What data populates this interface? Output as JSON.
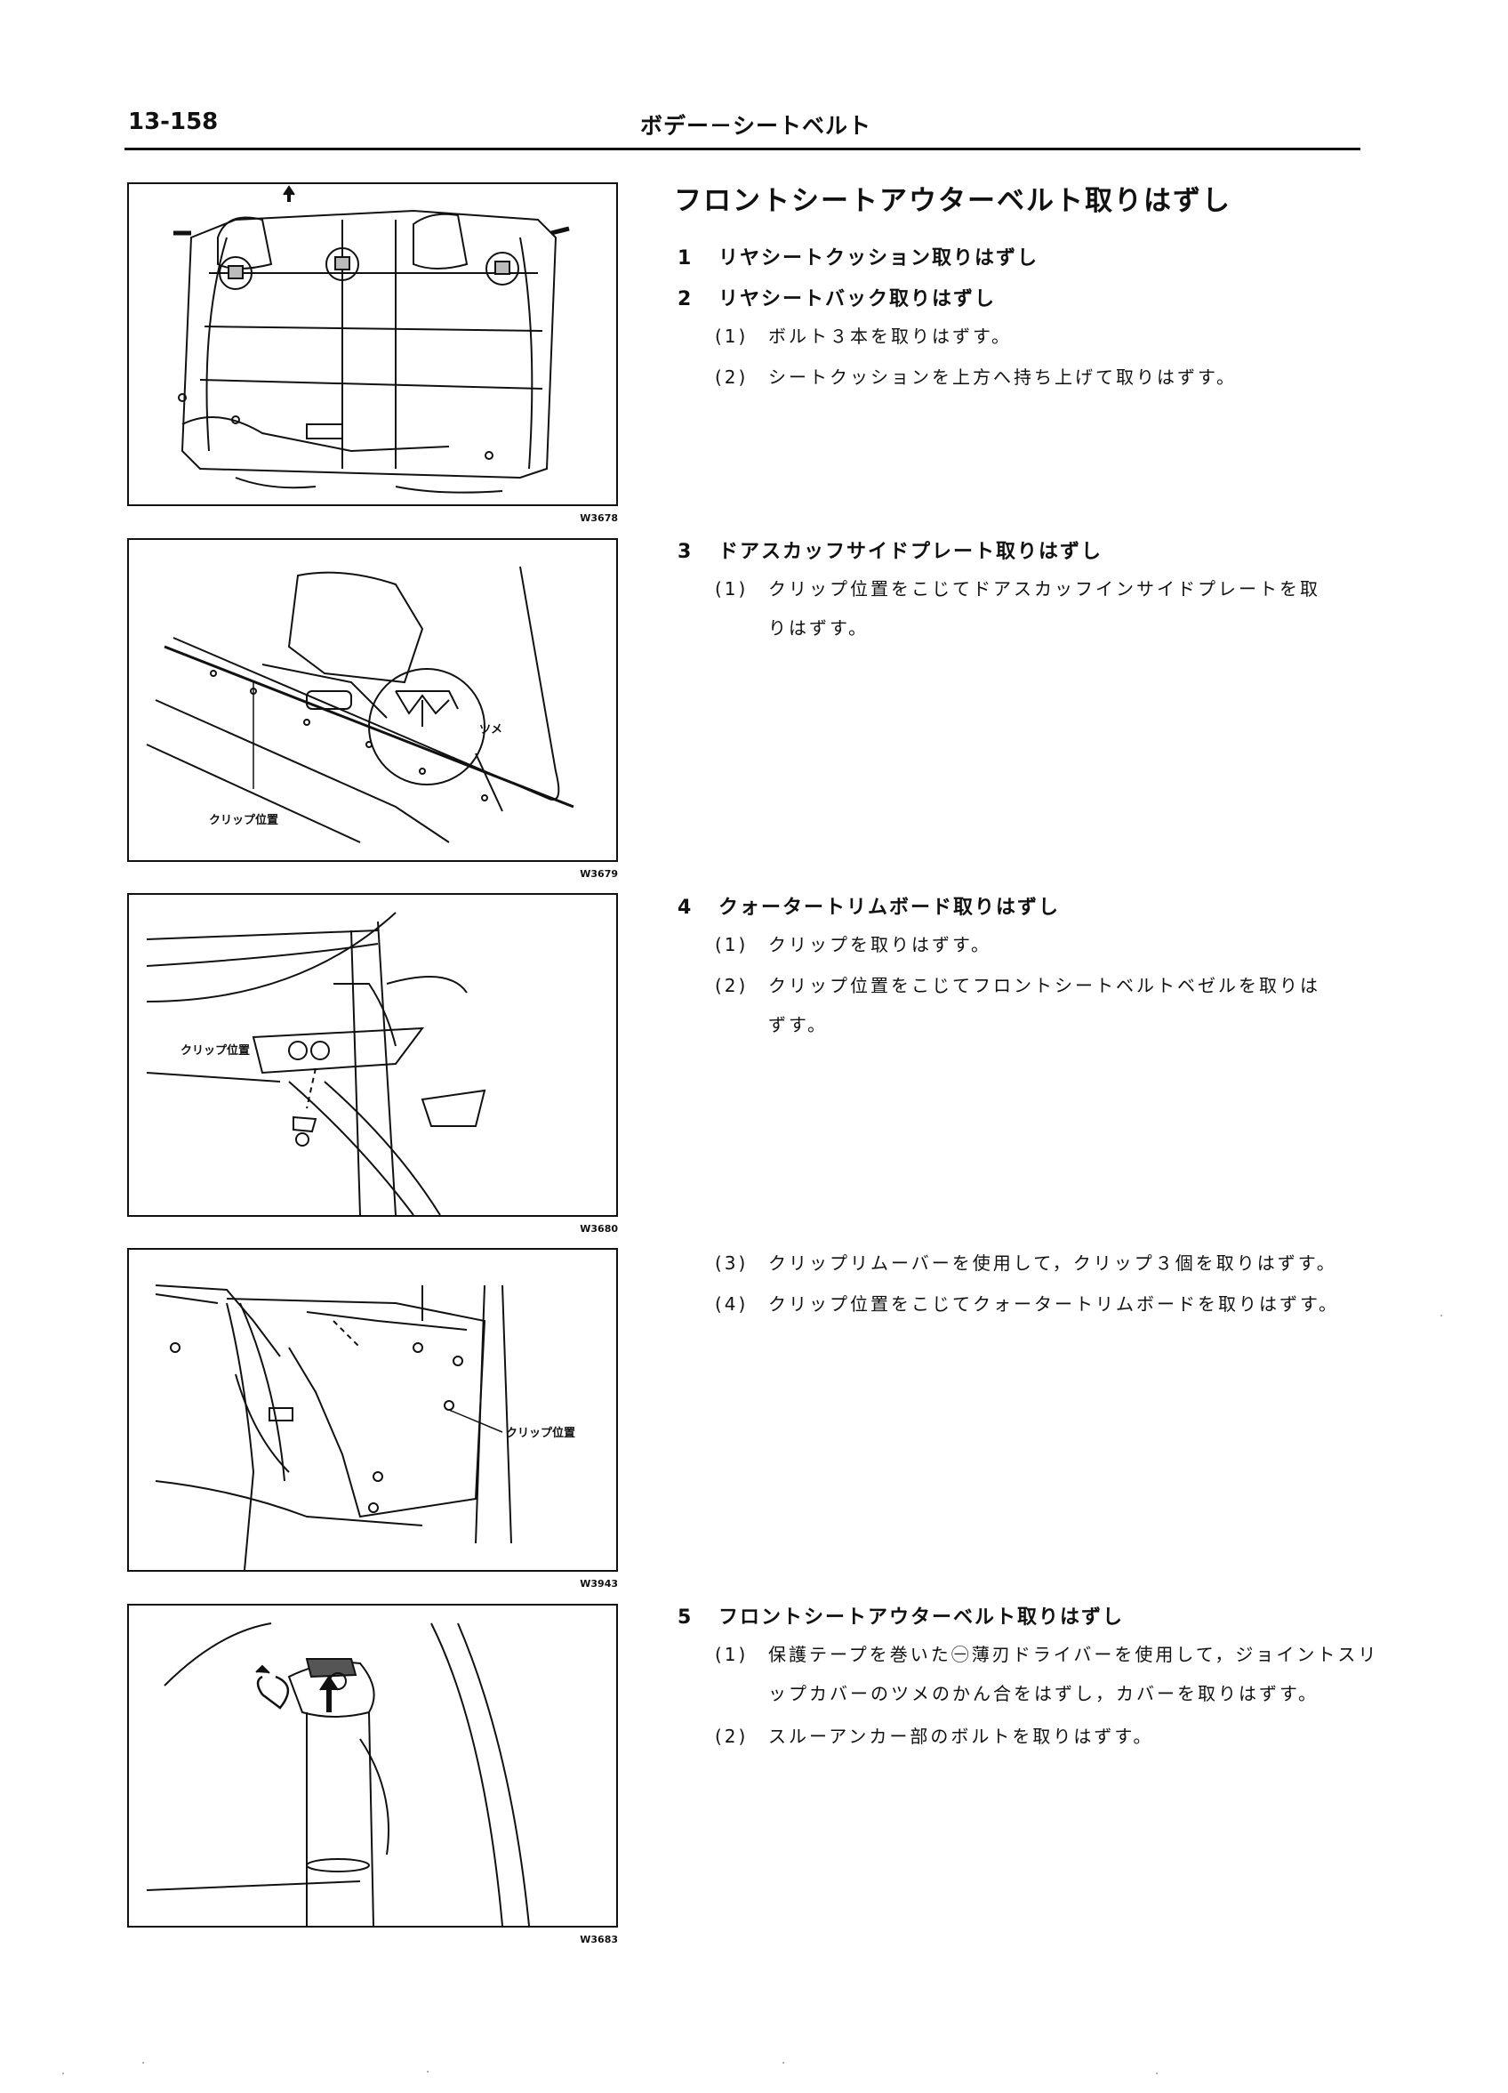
{
  "header": {
    "page_number": "13-158",
    "chapter_title": "ボデー－シートベルト"
  },
  "main_title": "フロントシートアウターベルト取りはずし",
  "steps": [
    {
      "num": "1",
      "label": "リヤシートクッション取りはずし"
    },
    {
      "num": "2",
      "label": "リヤシートバック取りはずし",
      "subs": [
        {
          "num": "(1)",
          "text": "ボルト３本を取りはずす。"
        },
        {
          "num": "(2)",
          "text": "シートクッションを上方へ持ち上げて取りはずす。"
        }
      ]
    },
    {
      "num": "3",
      "label": "ドアスカッフサイドプレート取りはずし",
      "subs": [
        {
          "num": "(1)",
          "text": "クリップ位置をこじてドアスカッフインサイドプレートを取りはずす。"
        }
      ]
    },
    {
      "num": "4",
      "label": "クォータートリムボード取りはずし",
      "subs": [
        {
          "num": "(1)",
          "text": "クリップを取りはずす。"
        },
        {
          "num": "(2)",
          "text": "クリップ位置をこじてフロントシートベルトベゼルを取りはずす。"
        },
        {
          "num": "(3)",
          "text": "クリップリムーバーを使用して，クリップ３個を取りはずす。"
        },
        {
          "num": "(4)",
          "text": "クリップ位置をこじてクォータートリムボードを取りはずす。"
        }
      ]
    },
    {
      "num": "5",
      "label": "フロントシートアウターベルト取りはずし",
      "subs": [
        {
          "num": "(1)",
          "text": "保護テープを巻いた㊀薄刃ドライバーを使用して，ジョイントスリップカバーのツメのかん合をはずし，カバーを取りはずす。"
        },
        {
          "num": "(2)",
          "text": "スルーアンカー部のボルトを取りはずす。"
        }
      ]
    }
  ],
  "figures": [
    {
      "code": "W3678"
    },
    {
      "code": "W3679",
      "labels": {
        "clip": "クリップ位置",
        "tab": "ツメ"
      }
    },
    {
      "code": "W3680",
      "labels": {
        "clip": "クリップ位置"
      }
    },
    {
      "code": "W3943",
      "labels": {
        "clip": "クリップ位置"
      }
    },
    {
      "code": "W3683"
    }
  ]
}
